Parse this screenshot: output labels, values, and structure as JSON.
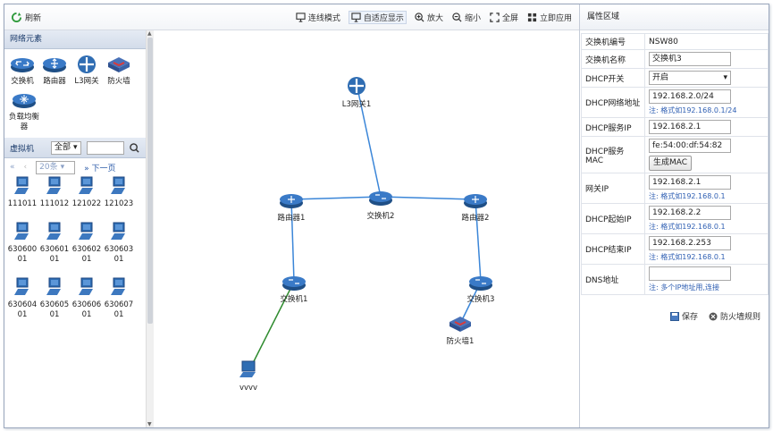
{
  "toolbar": {
    "refresh": "刷新",
    "link_mode": "连线模式",
    "fit_display": "自适应显示",
    "zoom_in": "放大",
    "zoom_out": "缩小",
    "fullscreen": "全屏",
    "apply_now": "立即应用"
  },
  "left": {
    "net_title": "网络元素",
    "net_items": [
      "交换机",
      "路由器",
      "L3网关",
      "防火墙",
      "负载均衡器"
    ],
    "vm_title": "虚拟机",
    "vm_filter": "全部",
    "page_size": "20条",
    "next_page": "下一页",
    "vms": [
      "111011",
      "111012",
      "121022",
      "121023",
      "63060001",
      "63060101",
      "63060201",
      "63060301",
      "63060401",
      "63060501",
      "63060601",
      "63060701"
    ]
  },
  "canvas": {
    "nodes": [
      "L3网关1",
      "路由器1",
      "交换机2",
      "路由器2",
      "交换机1",
      "交换机3",
      "防火墙1",
      "vvvv"
    ]
  },
  "props": {
    "title": "属性区域",
    "switch_id_label": "交换机编号",
    "switch_id": "NSW80",
    "switch_name_label": "交换机名称",
    "switch_name": "交换机3",
    "dhcp_switch_label": "DHCP开关",
    "dhcp_switch": "开启",
    "dhcp_net_label": "DHCP网络地址",
    "dhcp_net": "192.168.2.0/24",
    "dhcp_net_note": "注: 格式如192.168.0.1/24",
    "dhcp_server_ip_label": "DHCP服务IP",
    "dhcp_server_ip": "192.168.2.1",
    "dhcp_mac_label": "DHCP服务MAC",
    "dhcp_mac": "fe:54:00:df:54:82",
    "gen_mac": "生成MAC",
    "gateway_label": "网关IP",
    "gateway": "192.168.2.1",
    "gateway_note": "注: 格式如192.168.0.1",
    "dhcp_start_label": "DHCP起始IP",
    "dhcp_start": "192.168.2.2",
    "dhcp_start_note": "注: 格式如192.168.0.1",
    "dhcp_end_label": "DHCP结束IP",
    "dhcp_end": "192.168.2.253",
    "dhcp_end_note": "注: 格式如192.168.0.1",
    "dns_label": "DNS地址",
    "dns": "",
    "dns_note": "注: 多个IP地址用,连接",
    "save": "保存",
    "fw_rules": "防火墙规则"
  },
  "colors": {
    "link_blue": "#3b86d8",
    "link_green": "#2e8b2e",
    "switch_blue": "#2e6fb5",
    "firewall_red": "#c0392b"
  }
}
